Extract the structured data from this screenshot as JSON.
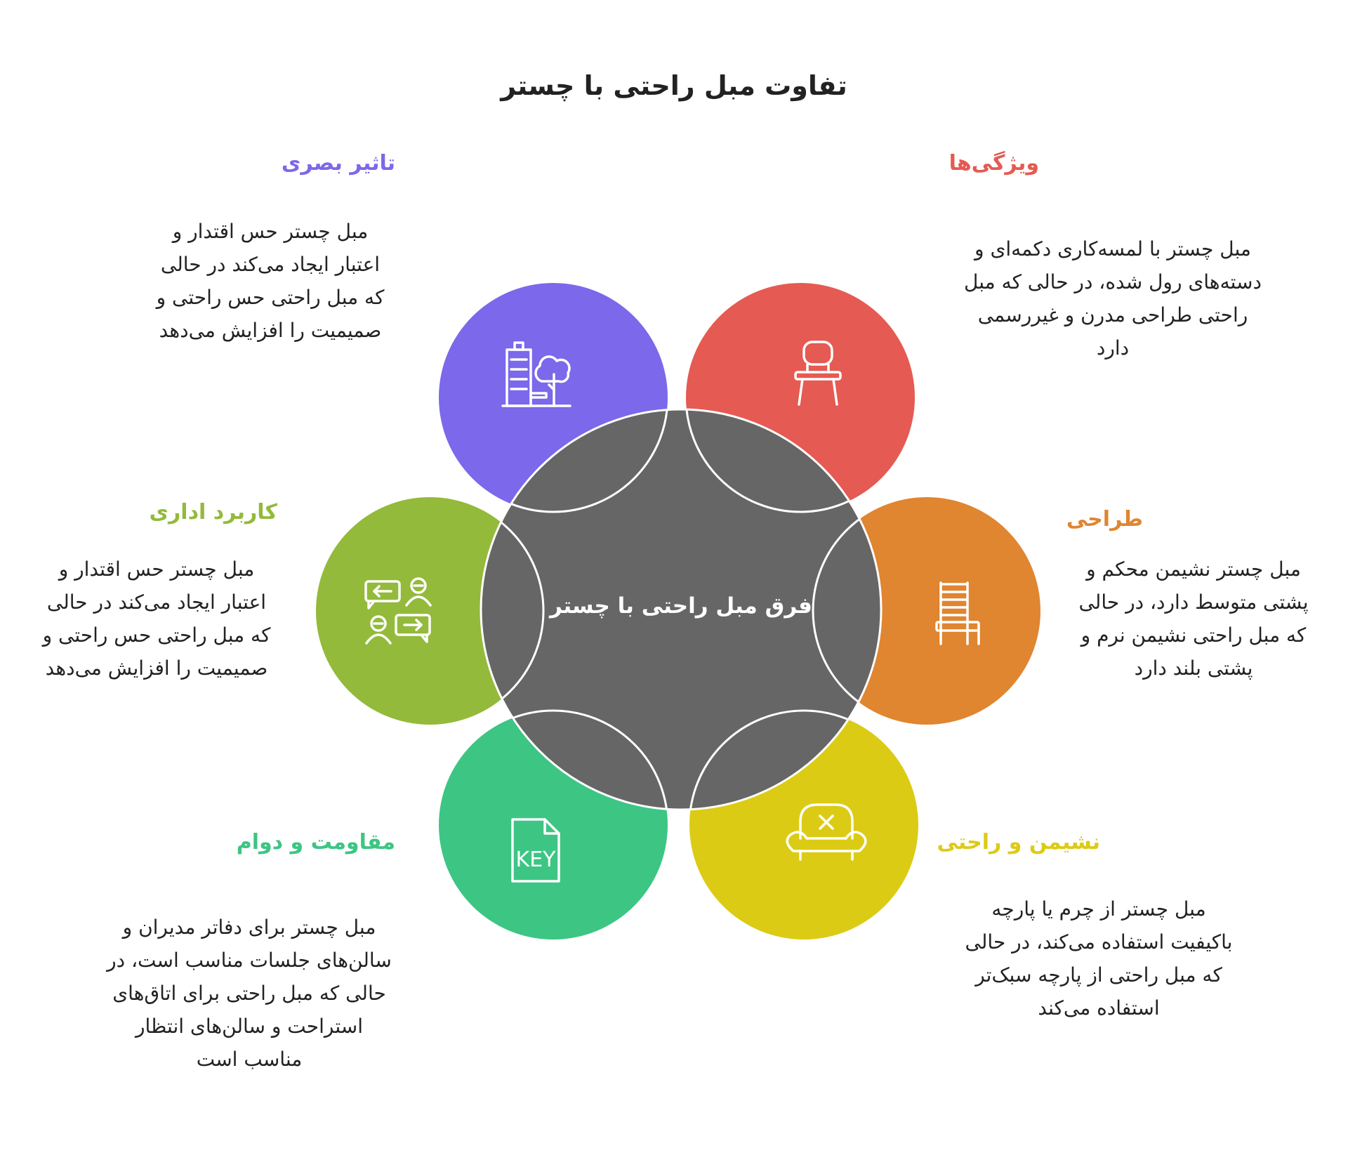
{
  "title": "تفاوت مبل راحتی با چستر",
  "center": {
    "label": "فرق مبل راحتی با چستر",
    "color": "#666666"
  },
  "topics": [
    {
      "label": "ویژگی‌ها",
      "color": "#E55A52",
      "icon": "chair-icon",
      "desc": "مبل چستر با لمسه‌کاری دکمه‌ای و دسته‌های رول شده، در حالی که مبل راحتی طراحی مدرن و غیررسمی دارد"
    },
    {
      "label": "طراحی",
      "color": "#E08530",
      "icon": "ladder-back-chair-icon",
      "desc": "مبل چستر نشیمن محکم و پشتی متوسط دارد، در حالی که مبل راحتی نشیمن نرم و پشتی بلند دارد"
    },
    {
      "label": "نشیمن و راحتی",
      "color": "#DCCB15",
      "icon": "armchair-icon",
      "desc": "مبل چستر از چرم یا پارچه باکیفیت استفاده می‌کند، در حالی که مبل راحتی از پارچه سبک‌تر استفاده می‌کند"
    },
    {
      "label": "مقاومت و دوام",
      "color": "#3DC584",
      "icon": "key-file-icon",
      "desc": "مبل چستر برای دفاتر مدیران و سالن‌های جلسات مناسب است، در حالی که مبل راحتی برای اتاق‌های استراحت و سالن‌های انتظار مناسب است"
    },
    {
      "label": "کاربرد اداری",
      "color": "#93BA3A",
      "icon": "people-exchange-icon",
      "desc": "مبل چستر حس اقتدار و اعتبار ایجاد می‌کند در حالی که مبل راحتی حس راحتی و صمیمیت را افزایش می‌دهد"
    },
    {
      "label": "تاثیر بصری",
      "color": "#7B68EA",
      "icon": "city-park-icon",
      "desc": "مبل چستر حس اقتدار و اعتبار ایجاد می‌کند در حالی که مبل راحتی حس راحتی و صمیمیت را افزایش می‌دهد"
    }
  ]
}
